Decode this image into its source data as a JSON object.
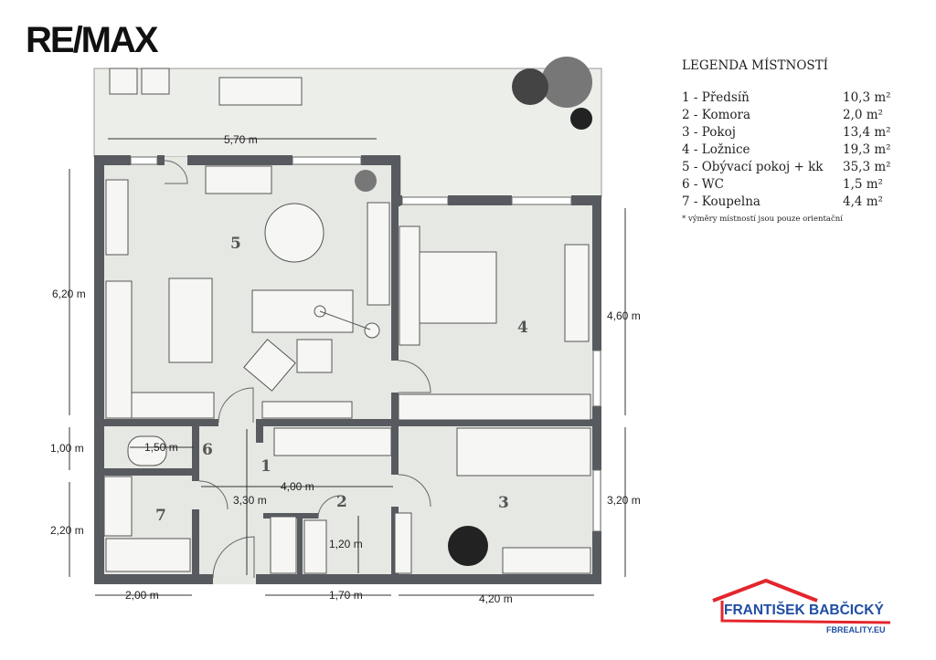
{
  "brand": {
    "logo": "RE/MAX"
  },
  "legend": {
    "title": "LEGENDA MÍSTNOSTÍ",
    "rooms": [
      {
        "name": "1 - Předsíň",
        "area": "10,3 m²"
      },
      {
        "name": "2 - Komora",
        "area": "2,0 m²"
      },
      {
        "name": "3 - Pokoj",
        "area": "13,4 m²"
      },
      {
        "name": "4 - Ložnice",
        "area": "19,3 m²"
      },
      {
        "name": "5 - Obývací pokoj + kk",
        "area": "35,3 m²"
      },
      {
        "name": "6 - WC",
        "area": "1,5 m²"
      },
      {
        "name": "7 - Koupelna",
        "area": "4,4 m²"
      }
    ],
    "note": "* výměry místností jsou pouze orientační"
  },
  "plan": {
    "room_numbers": [
      "1",
      "2",
      "3",
      "4",
      "5",
      "6",
      "7"
    ],
    "dimensions": {
      "terrace_width": "5,70 m",
      "left_top": "6,20 m",
      "left_mid": "1,00 m",
      "left_bottom": "2,20 m",
      "right_top": "4,60 m",
      "right_bottom": "3,20 m",
      "bottom_left": "2,00 m",
      "bottom_mid": "1,70 m",
      "bottom_right": "4,20 m",
      "wc": "1,50 m",
      "hall_width": "4,00 m",
      "hall_height": "3,30 m",
      "storage": "1,20 m"
    }
  },
  "agency": {
    "name": "FRANTIŠEK BABČICKÝ",
    "url": "FBREALITY.EU",
    "color": "#e3262d",
    "text_color": "#1f4ea3"
  }
}
